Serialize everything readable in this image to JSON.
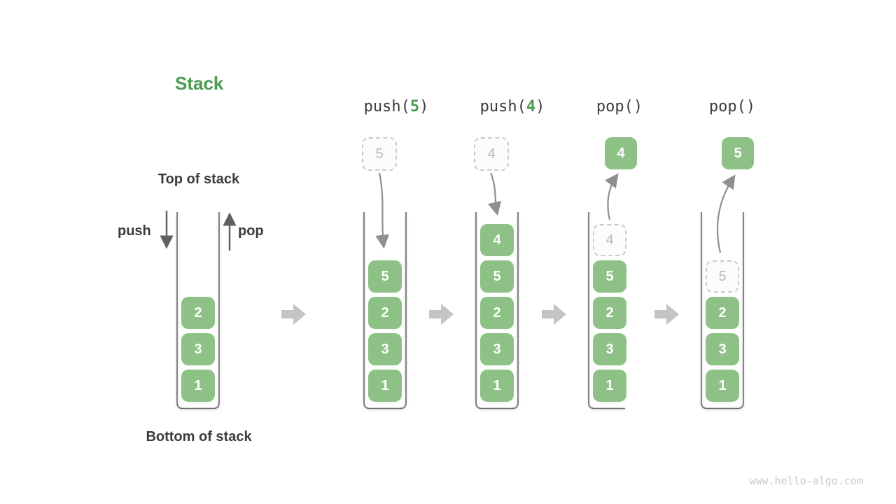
{
  "title": "Stack",
  "labels": {
    "top_of_stack": "Top of stack",
    "bottom_of_stack": "Bottom of stack",
    "push": "push",
    "pop": "pop"
  },
  "operations": [
    {
      "label_prefix": "push(",
      "label_arg": "5",
      "label_suffix": ")"
    },
    {
      "label_prefix": "push(",
      "label_arg": "4",
      "label_suffix": ")"
    },
    {
      "label_prefix": "pop(",
      "label_arg": "",
      "label_suffix": ")"
    },
    {
      "label_prefix": "pop(",
      "label_arg": "",
      "label_suffix": ")"
    }
  ],
  "stacks": {
    "initial": {
      "items": [
        "2",
        "3",
        "1"
      ]
    },
    "after_push5": {
      "incoming": "5",
      "items": [
        "5",
        "2",
        "3",
        "1"
      ]
    },
    "after_push4": {
      "incoming": "4",
      "items": [
        "4",
        "5",
        "2",
        "3",
        "1"
      ]
    },
    "after_pop4": {
      "popped": "4",
      "ghost": "4",
      "items": [
        "5",
        "2",
        "3",
        "1"
      ]
    },
    "after_pop5": {
      "popped": "5",
      "ghost": "5",
      "items": [
        "2",
        "3",
        "1"
      ]
    }
  },
  "watermark": "www.hello-algo.com",
  "colors": {
    "accent_green": "#4c9a52",
    "item_green": "#8dc186",
    "ghost_border": "#cbcbcb",
    "ghost_text": "#b9b9b9",
    "label_dark": "#3b3b3b",
    "arrow_dark": "#5f5f5f",
    "arrow_gray": "#8f8f8f",
    "flow_arrow_gray": "#c4c4c4",
    "container_stroke": "#696969",
    "watermark_gray": "#c9c9c9"
  }
}
